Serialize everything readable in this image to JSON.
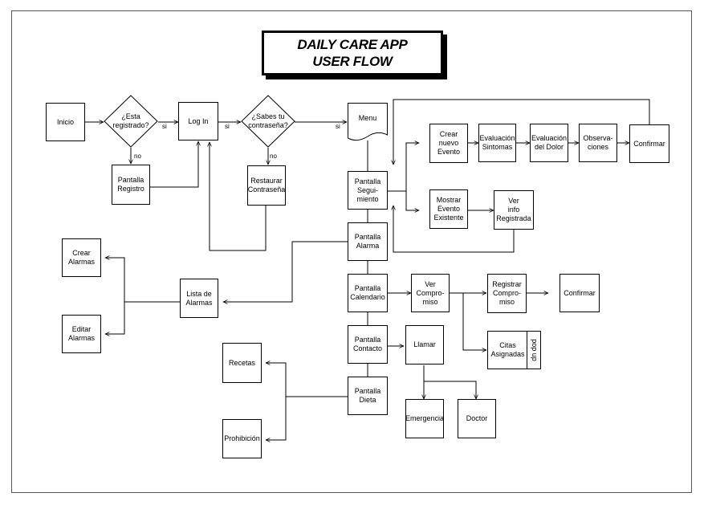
{
  "title": {
    "line1": "DAILY CARE APP",
    "line2": "USER FLOW"
  },
  "nodes": {
    "inicio": "Inicio",
    "login": "Log In",
    "menu": "Menu",
    "pantalla_registro": "Pantalla\nRegistro",
    "restaurar": "Restaurar\nContraseña",
    "seguimiento": "Pantalla\nSegui-\nmiento",
    "crear_evento": "Crear\nnuevo\nEvento",
    "eval_sintomas": "Evaluación\nSintomas",
    "eval_dolor": "Evaluación\ndel Dolor",
    "observaciones": "Observa-\nciones",
    "confirmar_1": "Confirmar",
    "mostrar_evento": "Mostrar\nEvento\nExistente",
    "ver_info": "Ver\ninfo\nRegistrada",
    "alarma": "Pantalla\nAlarma",
    "lista_alarmas": "Lista de\nAlarmas",
    "crear_alarmas": "Crear\nAlarmas",
    "editar_alarmas": "Editar\nAlarmas",
    "calendario": "Pantalla\nCalendario",
    "ver_compromiso": "Ver\nCompro-\nmiso",
    "registrar_compromiso": "Registrar\nCompro-\nmiso",
    "confirmar_2": "Confirmar",
    "citas": "Citas\nAsignadas",
    "contacto": "Pantalla\nContacto",
    "llamar": "Llamar",
    "emergencia": "Emergencia",
    "doctor": "Doctor",
    "dieta": "Pantalla\nDieta",
    "recetas": "Recetas",
    "prohibicion": "Prohibición"
  },
  "decisions": {
    "esta_registrado": "¿Esta\nregistrado?",
    "sabes_contrasena": "¿Sabes tu\ncontraseña?"
  },
  "edge_labels": {
    "si_1": "si",
    "no_1": "no",
    "si_2": "si",
    "si_3": "si",
    "no_2": "no"
  },
  "side_label": "pop up"
}
